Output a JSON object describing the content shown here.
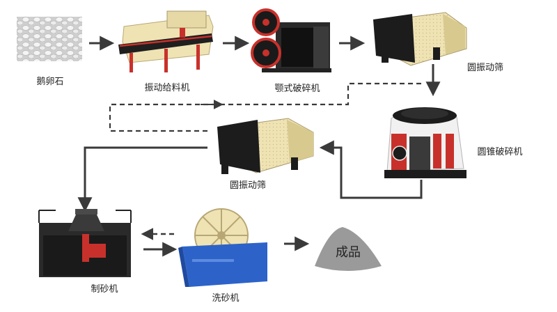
{
  "labels": {
    "pebbles": "鹅卵石",
    "vibrating_feeder": "振动给料机",
    "jaw_crusher": "颚式破碎机",
    "circular_screen_1": "圆振动筛",
    "cone_crusher": "圆锥破碎机",
    "circular_screen_2": "圆振动筛",
    "sand_maker": "制砂机",
    "sand_washer": "洗砂机",
    "product": "成品"
  },
  "colors": {
    "arrow": "#3a3a3a",
    "machine_cream": "#efe3b4",
    "machine_dark": "#1d1d1d",
    "machine_red": "#c8312b",
    "washer_blue": "#2d63c9",
    "product_grey": "#9a9a9a"
  }
}
